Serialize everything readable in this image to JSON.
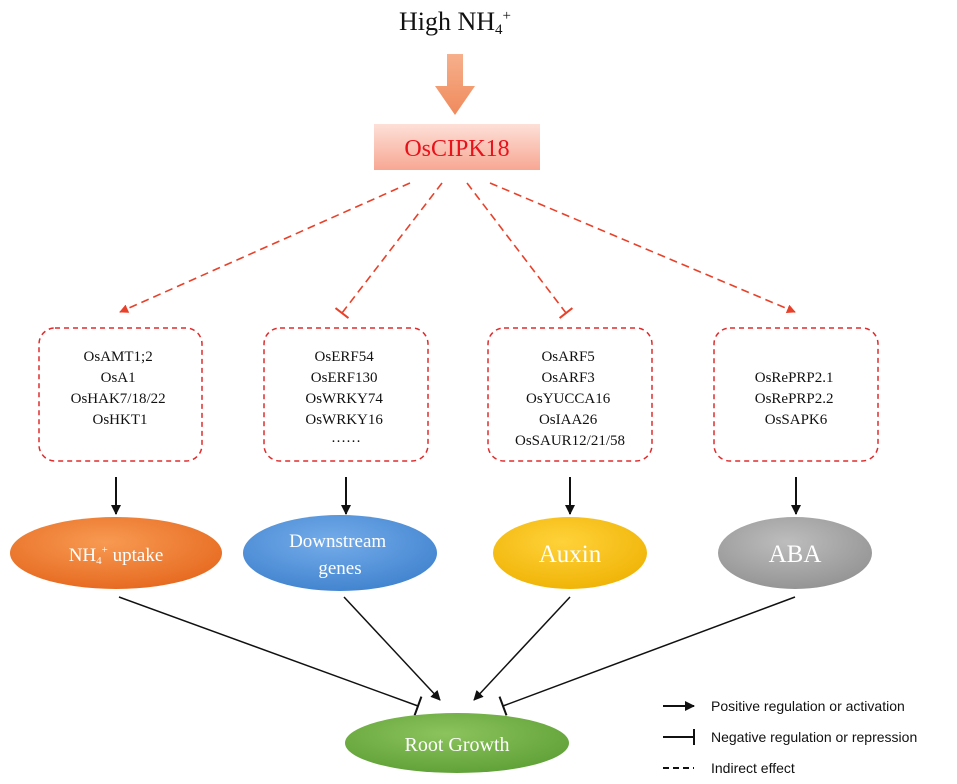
{
  "header": {
    "title_text": "High NH",
    "title_sub": "4",
    "title_sup": "+"
  },
  "kinase": {
    "label": "OsCIPK18",
    "label_color": "#e8121b"
  },
  "gene_groups": [
    {
      "genes": [
        "OsAMT1;2",
        "OsA1",
        "OsHAK7/18/22",
        "OsHKT1"
      ],
      "edge_from_kinase": "activation"
    },
    {
      "genes": [
        "OsERF54",
        "OsERF130",
        "OsWRKY74",
        "OsWRKY16",
        "……"
      ],
      "edge_from_kinase": "repression"
    },
    {
      "genes": [
        "OsARF5",
        "OsARF3",
        "OsYUCCA16",
        "OsIAA26",
        "OsSAUR12/21/58"
      ],
      "edge_from_kinase": "repression"
    },
    {
      "genes": [
        "OsRePRP2.1",
        "OsRePRP2.2",
        "OsSAPK6"
      ],
      "edge_from_kinase": "activation"
    }
  ],
  "processes": [
    {
      "label": "NH",
      "sub": "4",
      "sup": "+",
      "tail": " uptake",
      "color": "#ee7322",
      "effect_on_root": "repression"
    },
    {
      "label": "Downstream",
      "line2": "genes",
      "color": "#4d8fd8",
      "effect_on_root": "activation"
    },
    {
      "label": "Auxin",
      "color": "#f6be00",
      "effect_on_root": "activation"
    },
    {
      "label": "ABA",
      "color": "#a5a5a5",
      "effect_on_root": "repression"
    }
  ],
  "outcome": {
    "label": "Root Growth",
    "color": "#6fb043"
  },
  "legend": [
    {
      "symbol": "arrow",
      "label": "Positive regulation or activation"
    },
    {
      "symbol": "bar",
      "label": "Negative regulation or repression"
    },
    {
      "symbol": "dashed",
      "label": "Indirect effect"
    }
  ],
  "colors": {
    "indirect_edge": "#e8412a",
    "box_border": "#e02b2b",
    "arrow_fill": "#f4a27a"
  }
}
